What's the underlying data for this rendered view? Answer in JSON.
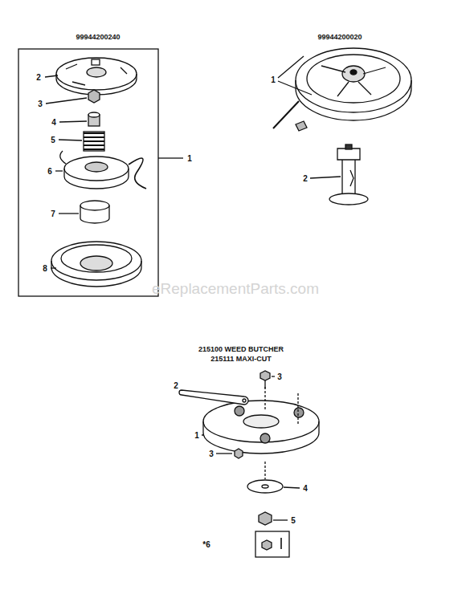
{
  "diagram": {
    "title": "",
    "labels": [
      "99944200240",
      "99944200020",
      "2",
      "3",
      "4",
      "5",
      "6",
      "7",
      "8",
      "1",
      "1",
      "2",
      "eReplacementParts.com",
      "215100 WEED BUTCHER",
      "215111 MAXI-CUT",
      "3",
      "2",
      "1",
      "3",
      "4",
      "5",
      "*6"
    ]
  }
}
